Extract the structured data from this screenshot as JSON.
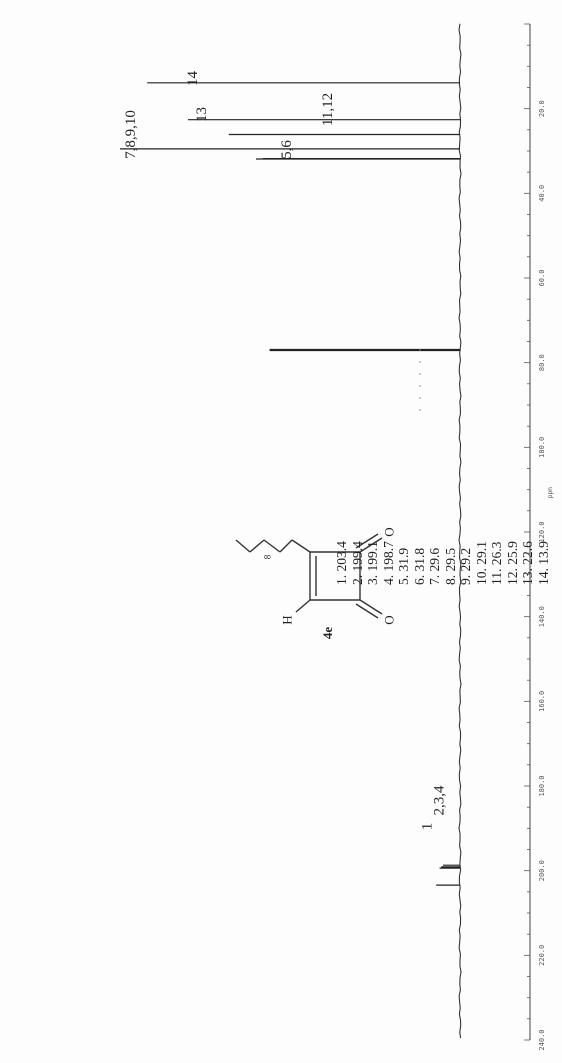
{
  "chart_data": {
    "type": "line",
    "title": "",
    "xlabel": "ppm",
    "ylabel": "",
    "xlim": [
      240,
      0
    ],
    "x_ticks": [
      "240.0",
      "220.0",
      "200.0",
      "180.0",
      "160.0",
      "140.0",
      "120.0",
      "100.0",
      "80.0",
      "60.0",
      "40.0",
      "20.0"
    ],
    "peaks": [
      {
        "label": "1",
        "ppm": 203.4,
        "height": 0.07
      },
      {
        "label": "2,3,4",
        "ppm": 199.4,
        "height": 0.06
      },
      {
        "label": "",
        "ppm": 199.1,
        "height": 0.055
      },
      {
        "label": "",
        "ppm": 198.7,
        "height": 0.05
      },
      {
        "label": "",
        "ppm": 77.0,
        "height": 0.56
      },
      {
        "label": "5,6",
        "ppm": 31.9,
        "height": 0.6
      },
      {
        "label": "",
        "ppm": 31.8,
        "height": 0.58
      },
      {
        "label": "7,8,9,10",
        "ppm": 29.5,
        "height": 1.0
      },
      {
        "label": "11,12",
        "ppm": 26.1,
        "height": 0.68
      },
      {
        "label": "13",
        "ppm": 22.6,
        "height": 0.8
      },
      {
        "label": "14",
        "ppm": 13.9,
        "height": 0.92
      }
    ]
  },
  "compound": {
    "label": "4e",
    "atoms": {
      "o1": "O",
      "o2": "O",
      "h": "H",
      "n": "8"
    }
  },
  "shift_list": [
    "1. 203.4",
    "2. 199.4",
    "3. 199.1",
    "4. 198.7",
    "5. 31.9",
    "6. 31.8",
    "7. 29.6",
    "8. 29.5",
    "9. 29.2",
    "10. 29.1",
    "11. 26.3",
    "12. 25.9",
    "13. 22.6",
    "14. 13.9"
  ]
}
